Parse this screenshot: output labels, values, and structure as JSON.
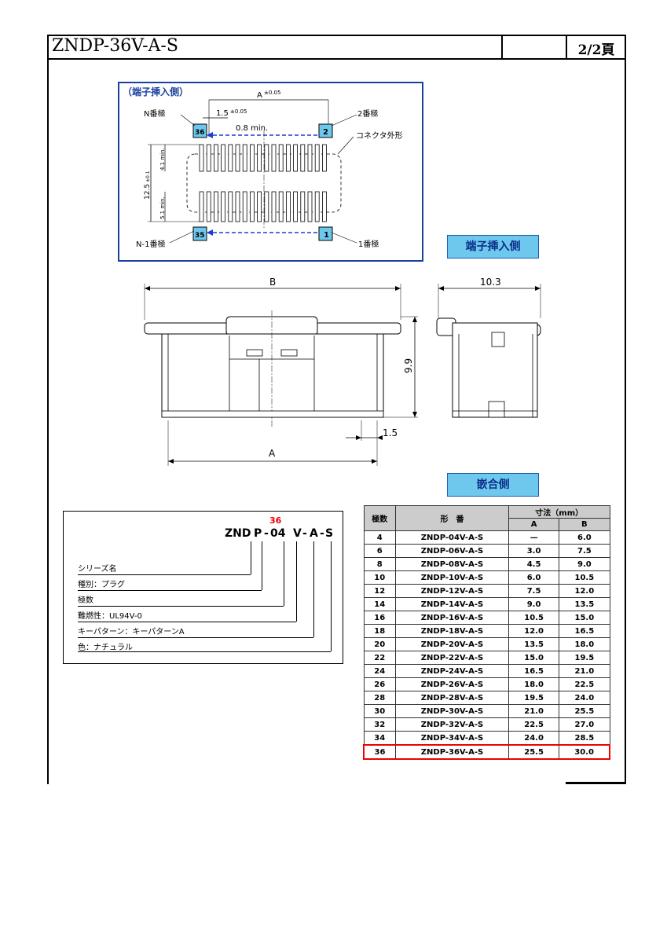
{
  "header": {
    "title": "ZNDP-36V-A-S",
    "page": "2/2頁"
  },
  "pinout": {
    "heading": "（端子挿入側）",
    "dim_a": "A",
    "dim_a_tol": "±0.05",
    "dim_pitch": "1.5",
    "dim_pitch_tol": "±0.05",
    "dim_min_gap": "0.8 min.",
    "dim_height": "12.5",
    "dim_height_tol": "±0.1",
    "dim_upper": "4.1 min.",
    "dim_lower": "5.1 min.",
    "n_pole": "N番極",
    "n1_pole": "N-1番極",
    "pole2": "2番極",
    "pole1": "1番極",
    "outline": "コネクタ外形",
    "pin36": "36",
    "pin35": "35",
    "pin2": "2",
    "pin1": "1"
  },
  "side_label_insert": "端子挿入側",
  "side_label_mating": "嵌合側",
  "front_view": {
    "dim_b": "B",
    "dim_a": "A",
    "dim_h": "9.9",
    "dim_s": "1.5"
  },
  "side_view": {
    "dim_w": "10.3"
  },
  "legend": {
    "highlight": "36",
    "pn_parts": [
      "ZND",
      "P",
      "-",
      "04",
      "V",
      "-",
      "A",
      "-",
      "S"
    ],
    "rows": [
      "シリーズ名",
      "種別：プラグ",
      "極数",
      "難燃性：UL94V-0",
      "キーパターン：キーパターンA",
      "色：ナチュラル"
    ]
  },
  "table": {
    "headers": {
      "poles": "極数",
      "part": "形　番",
      "dims": "寸法（mm）",
      "a": "A",
      "b": "B"
    },
    "rows": [
      [
        "4",
        "ZNDP-04V-A-S",
        "—",
        "6.0"
      ],
      [
        "6",
        "ZNDP-06V-A-S",
        "3.0",
        "7.5"
      ],
      [
        "8",
        "ZNDP-08V-A-S",
        "4.5",
        "9.0"
      ],
      [
        "10",
        "ZNDP-10V-A-S",
        "6.0",
        "10.5"
      ],
      [
        "12",
        "ZNDP-12V-A-S",
        "7.5",
        "12.0"
      ],
      [
        "14",
        "ZNDP-14V-A-S",
        "9.0",
        "13.5"
      ],
      [
        "16",
        "ZNDP-16V-A-S",
        "10.5",
        "15.0"
      ],
      [
        "18",
        "ZNDP-18V-A-S",
        "12.0",
        "16.5"
      ],
      [
        "20",
        "ZNDP-20V-A-S",
        "13.5",
        "18.0"
      ],
      [
        "22",
        "ZNDP-22V-A-S",
        "15.0",
        "19.5"
      ],
      [
        "24",
        "ZNDP-24V-A-S",
        "16.5",
        "21.0"
      ],
      [
        "26",
        "ZNDP-26V-A-S",
        "18.0",
        "22.5"
      ],
      [
        "28",
        "ZNDP-28V-A-S",
        "19.5",
        "24.0"
      ],
      [
        "30",
        "ZNDP-30V-A-S",
        "21.0",
        "25.5"
      ],
      [
        "32",
        "ZNDP-32V-A-S",
        "22.5",
        "27.0"
      ],
      [
        "34",
        "ZNDP-34V-A-S",
        "24.0",
        "28.5"
      ],
      [
        "36",
        "ZNDP-36V-A-S",
        "25.5",
        "30.0"
      ]
    ],
    "highlight_row": 16,
    "highlight_color": "#e00000"
  },
  "colors": {
    "pin_fill": "#6ec8ee",
    "frame_blue": "#1a3fa0",
    "arrow_blue": "#1a3fd0"
  }
}
